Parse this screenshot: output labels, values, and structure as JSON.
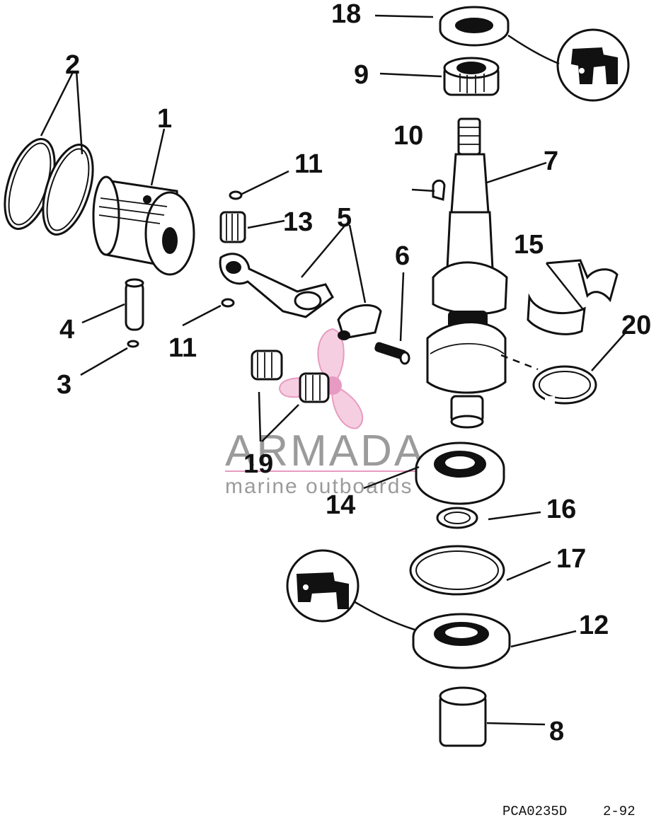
{
  "callouts": [
    "1",
    "2",
    "3",
    "4",
    "5",
    "6",
    "7",
    "8",
    "9",
    "10",
    "11",
    "12",
    "13",
    "14",
    "15",
    "16",
    "17",
    "18",
    "19",
    "20"
  ],
  "watermark": {
    "title": "ARMADA",
    "subtitle": "marine outboards"
  },
  "footer": {
    "code": "PCA0235D",
    "date": "2-92"
  },
  "colors": {
    "ink": "#111111",
    "watermark_text": "#8a8a8a",
    "watermark_accent": "#e58ab8"
  },
  "icons": [
    "sealant-tube-icon",
    "sealant-tube-icon"
  ]
}
